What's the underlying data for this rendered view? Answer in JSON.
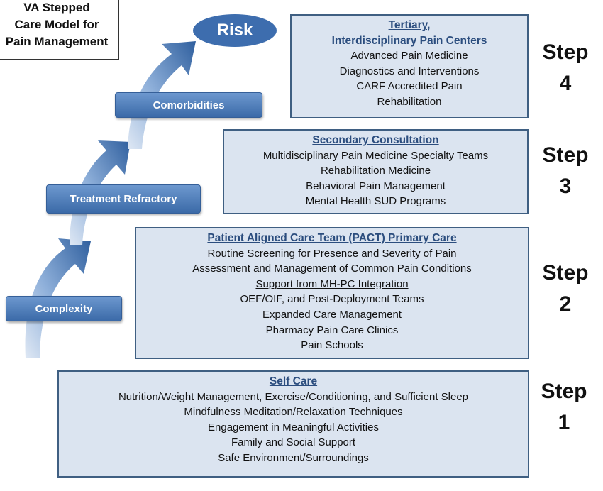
{
  "title": {
    "lines": [
      "VA Stepped",
      "Care Model for",
      "Pain Management"
    ]
  },
  "risk_label": "Risk",
  "progression": [
    {
      "label": "Complexity"
    },
    {
      "label": "Treatment Refractory"
    },
    {
      "label": "Comorbidities"
    }
  ],
  "steps": [
    {
      "word": "Step",
      "number": "4",
      "heading_lines": [
        "Tertiary,",
        "Interdisciplinary Pain Centers"
      ],
      "items": [
        "Advanced Pain Medicine",
        "Diagnostics and Interventions",
        "CARF Accredited Pain",
        "Rehabilitation"
      ]
    },
    {
      "word": "Step",
      "number": "3",
      "heading_lines": [
        "Secondary Consultation"
      ],
      "items": [
        "Multidisciplinary Pain Medicine Specialty Teams",
        "Rehabilitation Medicine",
        "Behavioral Pain Management",
        "Mental Health SUD Programs"
      ]
    },
    {
      "word": "Step",
      "number": "2",
      "heading_lines": [
        "Patient Aligned Care Team (PACT) Primary Care"
      ],
      "items": [
        "Routine Screening for Presence and Severity of Pain",
        "Assessment and Management of Common Pain Conditions",
        "Support from MH-PC Integration",
        "OEF/OIF, and Post-Deployment Teams",
        "Expanded Care Management",
        "Pharmacy Pain Care Clinics",
        "Pain Schools"
      ]
    },
    {
      "word": "Step",
      "number": "1",
      "heading_lines": [
        "Self Care"
      ],
      "items": [
        "Nutrition/Weight Management, Exercise/Conditioning, and Sufficient Sleep",
        "Mindfulness Meditation/Relaxation Techniques",
        "Engagement in Meaningful Activities",
        "Family and Social Support",
        "Safe Environment/Surroundings"
      ]
    }
  ]
}
